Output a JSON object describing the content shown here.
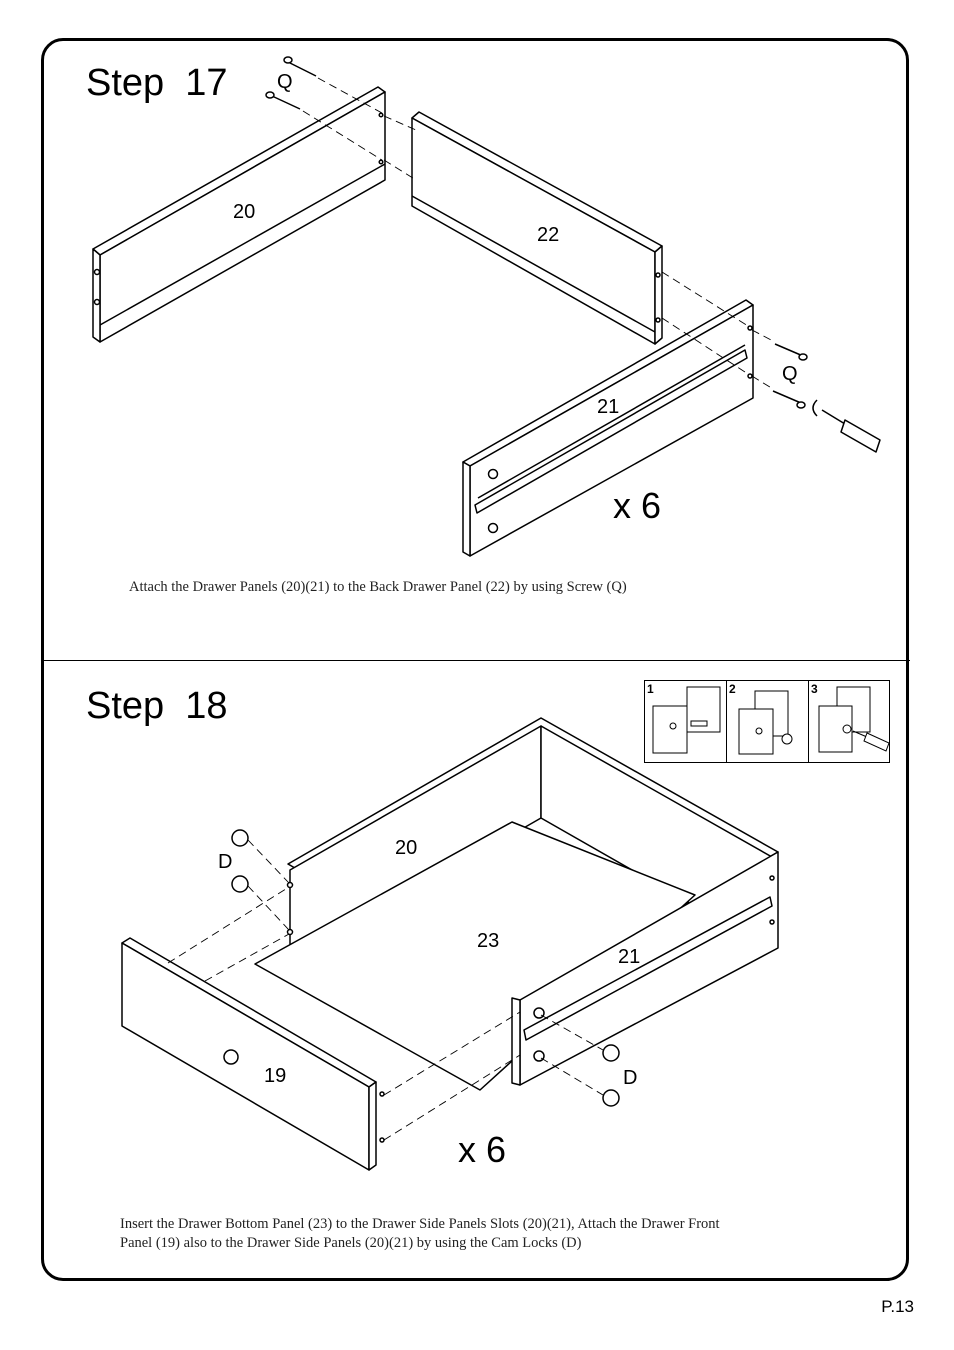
{
  "step17": {
    "title": "Step  17",
    "caption": "Attach the Drawer Panels (20)(21) to the Back Drawer Panel (22) by using Screw (Q)",
    "labels": {
      "panel_20": "20",
      "panel_22": "22",
      "panel_21": "21",
      "screw_top": "Q",
      "screw_right": "Q"
    },
    "multiplier": "x 6"
  },
  "step18": {
    "title": "Step  18",
    "caption_line1": "Insert the Drawer Bottom Panel (23) to the Drawer Side Panels Slots (20)(21), Attach the Drawer Front",
    "caption_line2": "Panel (19) also to the Drawer Side Panels (20)(21) by using the Cam Locks (D)",
    "labels": {
      "panel_20": "20",
      "panel_23": "23",
      "panel_21": "21",
      "panel_19": "19",
      "cam_left": "D",
      "cam_right": "D"
    },
    "multiplier": "x 6",
    "inset_steps": [
      "1",
      "2",
      "3"
    ]
  },
  "page": {
    "number": "P.13"
  }
}
